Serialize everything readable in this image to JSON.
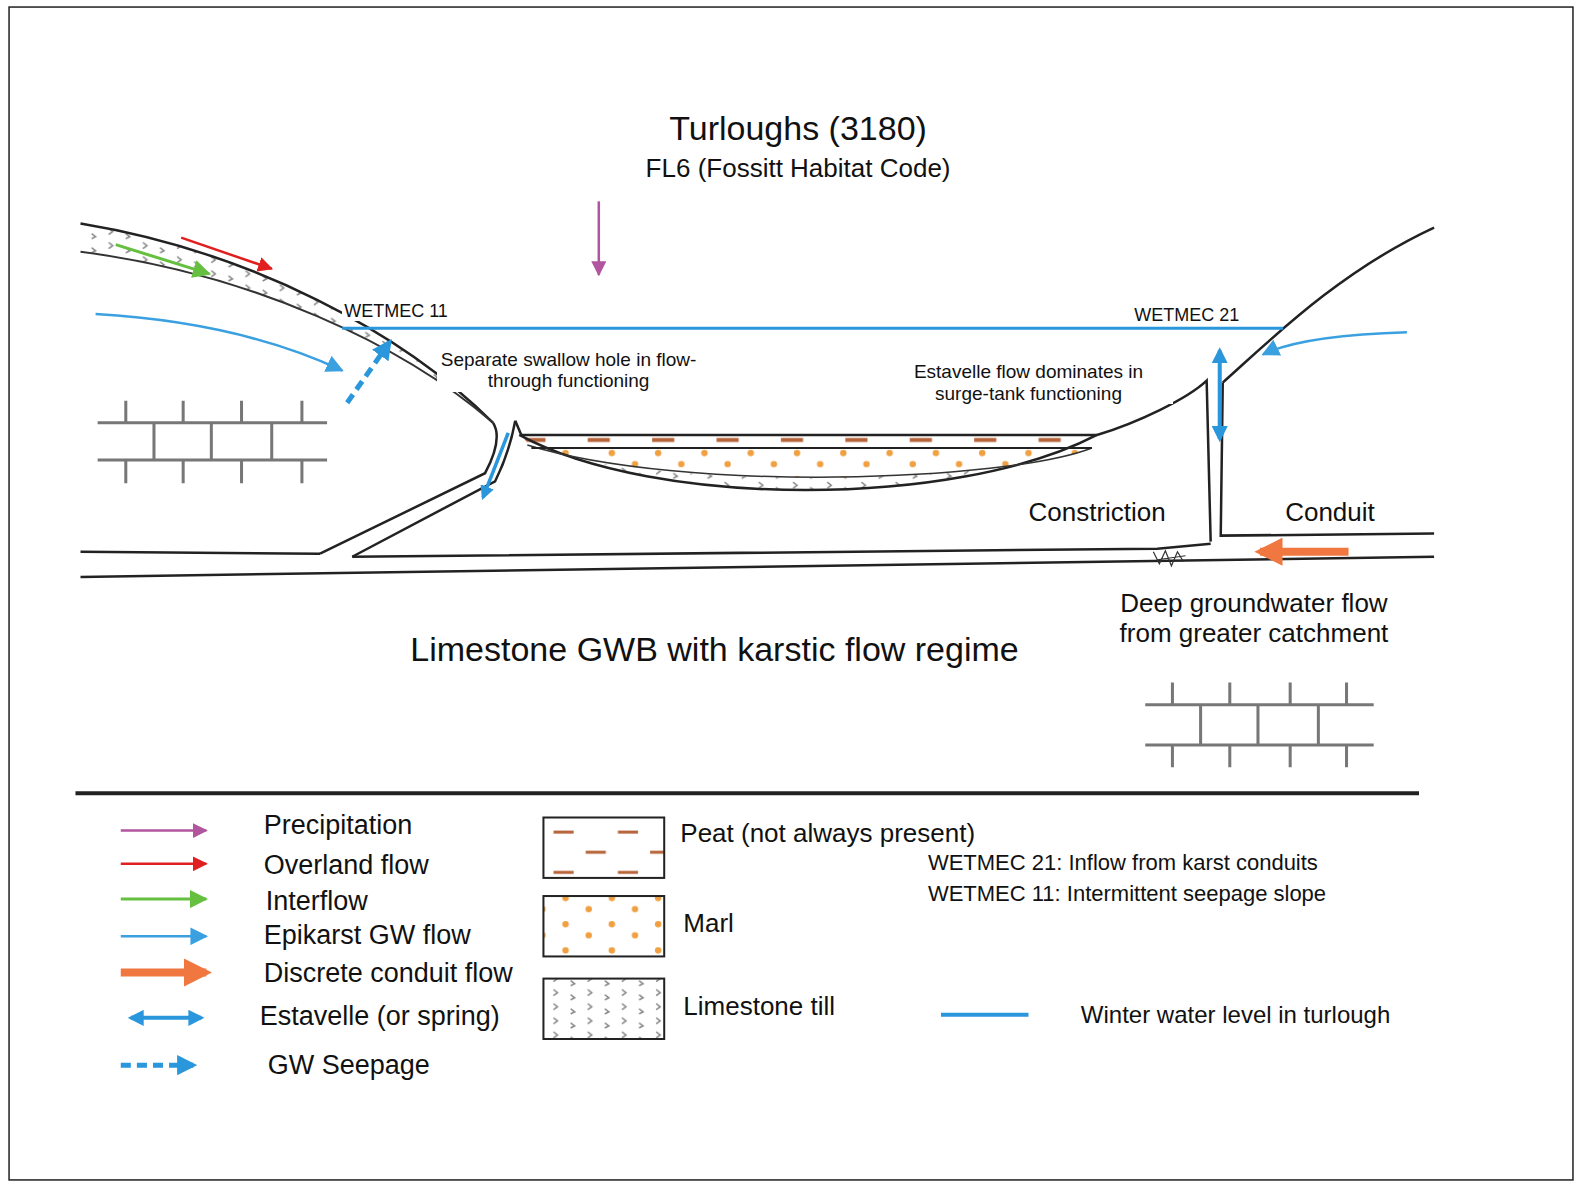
{
  "diagram": {
    "title": "Turloughs (3180)",
    "labels": [
      "FL6 (Fossitt Habitat Code)",
      "WETMEC 11",
      "WETMEC 21",
      "Separate swallow hole in flow-through functioning",
      "Estavelle flow dominates in surge-tank functioning",
      "Constriction",
      "Conduit",
      "Deep groundwater flow from greater catchment",
      "Limestone GWB with karstic flow regime",
      "WETMEC 21: Inflow from karst conduits",
      "WETMEC 11: Intermittent seepage slope"
    ],
    "legend": [
      {
        "text": "Precipitation"
      },
      {
        "text": "Overland flow"
      },
      {
        "text": "Interflow"
      },
      {
        "text": "Epikarst GW flow"
      },
      {
        "text": "Discrete conduit flow"
      },
      {
        "text": "Estavelle (or spring)"
      },
      {
        "text": "GW Seepage"
      },
      {
        "text": "Peat (not always present)"
      },
      {
        "text": "Marl"
      },
      {
        "text": "Limestone till"
      },
      {
        "text": "Winter water level in turlough"
      }
    ]
  }
}
